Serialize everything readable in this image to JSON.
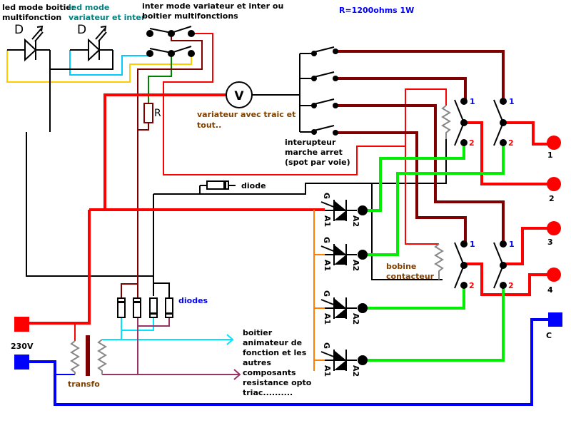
{
  "labels": {
    "led_multi": [
      "led mode boitier",
      "multifonction"
    ],
    "led_var": [
      "led mode",
      "variateur et inter"
    ],
    "inter_mode": [
      "inter mode variateur et inter ou",
      "boitier multifonctions"
    ],
    "resistor_note": "R=1200ohms 1W",
    "led_symbol": "D",
    "resistor": "R",
    "voltmeter": "V",
    "variateur": [
      "variateur avec traic et",
      "tout.."
    ],
    "interrupteur": [
      "interupteur",
      "marche arret",
      "(spot par voie)"
    ],
    "diode": "diode",
    "diodes": "diodes",
    "bobine": [
      "bobine",
      "contacteur"
    ],
    "mains": "230V",
    "transfo": "transfo",
    "boitier": [
      "boitier",
      "animateur de",
      "fonction et les",
      "autres",
      "composants",
      "resistance opto",
      "triac.........."
    ],
    "common": "C",
    "triac_gate": "G",
    "triac_a1": "A1",
    "triac_a2": "A2",
    "relay_pos1": "1",
    "relay_pos2": "2",
    "outputs": [
      "1",
      "2",
      "3",
      "4"
    ]
  },
  "colors": {
    "phase": "#ff0000",
    "neutral": "#0000ff",
    "control": "#800000",
    "triac_out": "#00ff00",
    "gate": "#ff8000",
    "cyan": "#00e5ff",
    "purple": "#993366",
    "yellow": "#ffcc00",
    "teal": "#008080",
    "brown_text": "#804000"
  }
}
